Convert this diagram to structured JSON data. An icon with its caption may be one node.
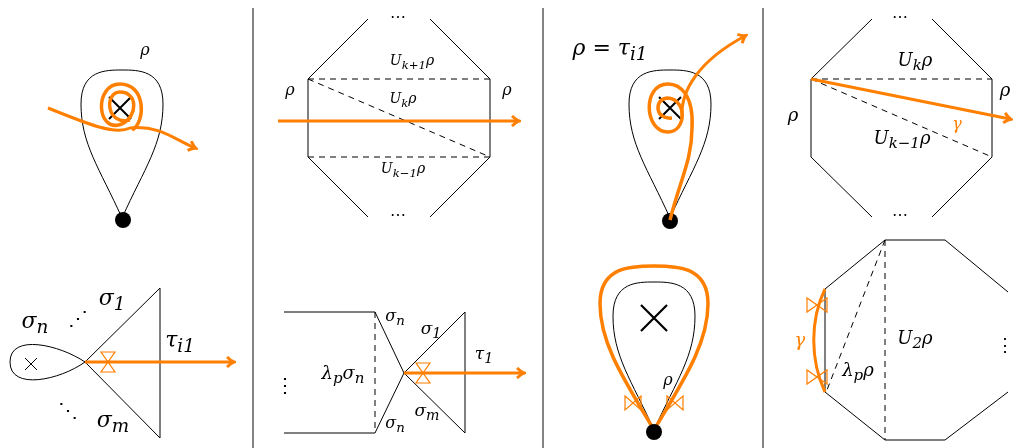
{
  "diagram": {
    "labels": [
      "ρ",
      "σ$_{1}$",
      "σ$_{n}$",
      "⋰",
      "τ$_{i1}$",
      "⋱",
      "σ$_{m}$",
      "⋯",
      "U$_{k+1}$ρ",
      "ρ",
      "U$_{k}$ρ",
      "ρ",
      "U$_{k−1}$ρ",
      "⋯",
      "σ$_{n}$",
      "σ$_{1}$",
      "τ$_{1}$",
      "⋮",
      "λ$_{p}$σ$_{n}$",
      "σ$_{m}$",
      "σ$_{n}$",
      "ρ = τ$_{i1}$",
      "ρ",
      "⋯",
      "U$_{k}$ρ",
      "ρ",
      "ρ",
      "γ",
      "U$_{k−1}$ρ",
      "⋯",
      "γ",
      "U$_{2}$ρ",
      "λ$_{p}$ρ",
      "⋮"
    ]
  }
}
